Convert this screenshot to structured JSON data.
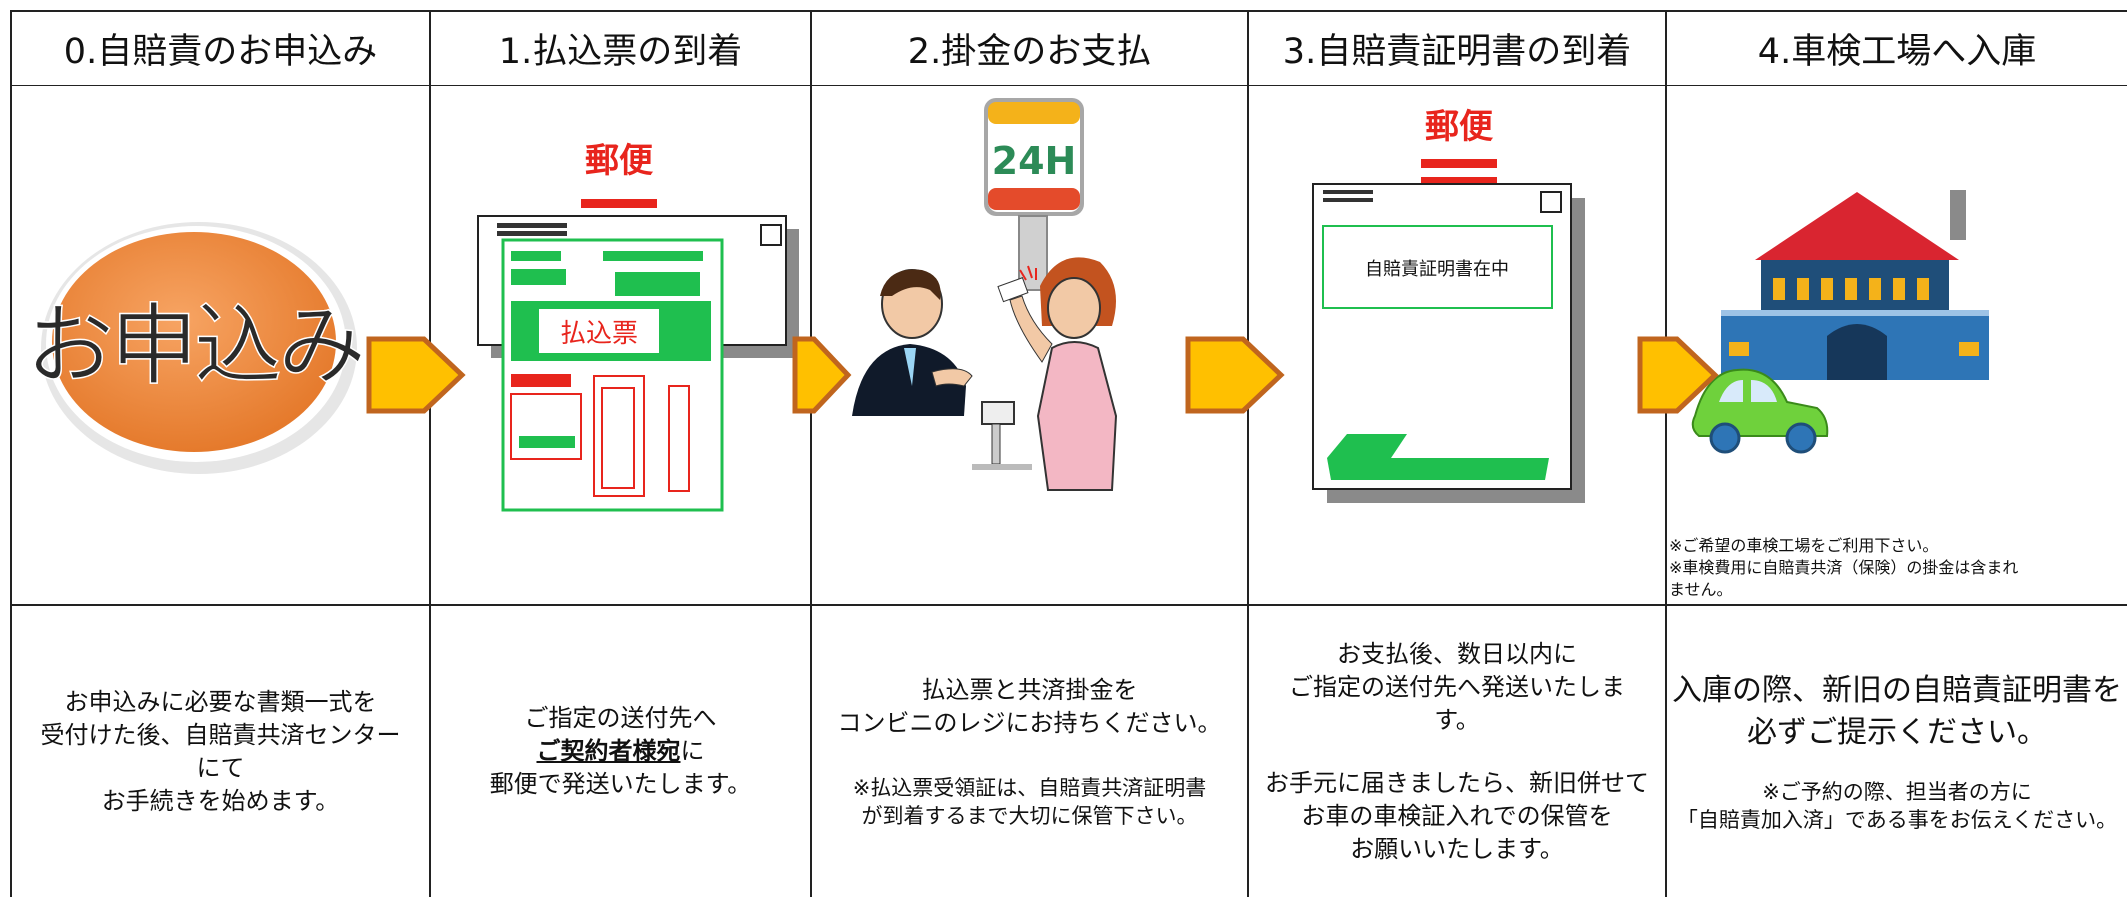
{
  "columns": [
    {
      "header": "0.自賠責のお申込み",
      "image_label": "お申込み",
      "description": [
        "お申込みに必要な書類一式を",
        "受付けた後、自賠責共済センター",
        "にて",
        "お手続きを始めます。"
      ]
    },
    {
      "header": "1.払込票の到着",
      "post_label": "郵便",
      "slip_label": "払込票",
      "description_line1": "ご指定の送付先へ",
      "description_emphasis": "ご契約者様宛",
      "description_emphasis_suffix": "に",
      "description_line3": "郵便で発送いたします。"
    },
    {
      "header": "2.掛金のお支払",
      "sign_label": "24H",
      "description": [
        "払込票と共済掛金を",
        "コンビニのレジにお持ちください。"
      ],
      "note": [
        "※払込票受領証は、自賠責共済証明書",
        "が到着するまで大切に保管下さい。"
      ]
    },
    {
      "header": "3.自賠責証明書の到着",
      "post_label": "郵便",
      "envelope_label": "自賠責証明書在中",
      "description": [
        "お支払後、数日以内に",
        "ご指定の送付先へ発送いたしま",
        "す。"
      ],
      "description2": [
        "お手元に届きましたら、新旧併せて",
        "お車の車検証入れでの保管を",
        "お願いいたします。"
      ]
    },
    {
      "header": "4.車検工場へ入庫",
      "image_note": [
        "※ご希望の車検工場をご利用下さい。",
        "※車検費用に自賠責共済（保険）の掛金は含まれ",
        "ません。"
      ],
      "description": [
        "入庫の際、新旧の自賠責証明書を",
        "必ずご提示ください。"
      ],
      "note": [
        "※ご予約の際、担当者の方に",
        "「自賠責加入済」である事をお伝えください。"
      ]
    }
  ],
  "colors": {
    "arrow_fill": "#ffc000",
    "arrow_stroke": "#c0651e",
    "post_red": "#e8251d",
    "form_green": "#1fbf4f",
    "oval_orange": "#f08a3c"
  }
}
